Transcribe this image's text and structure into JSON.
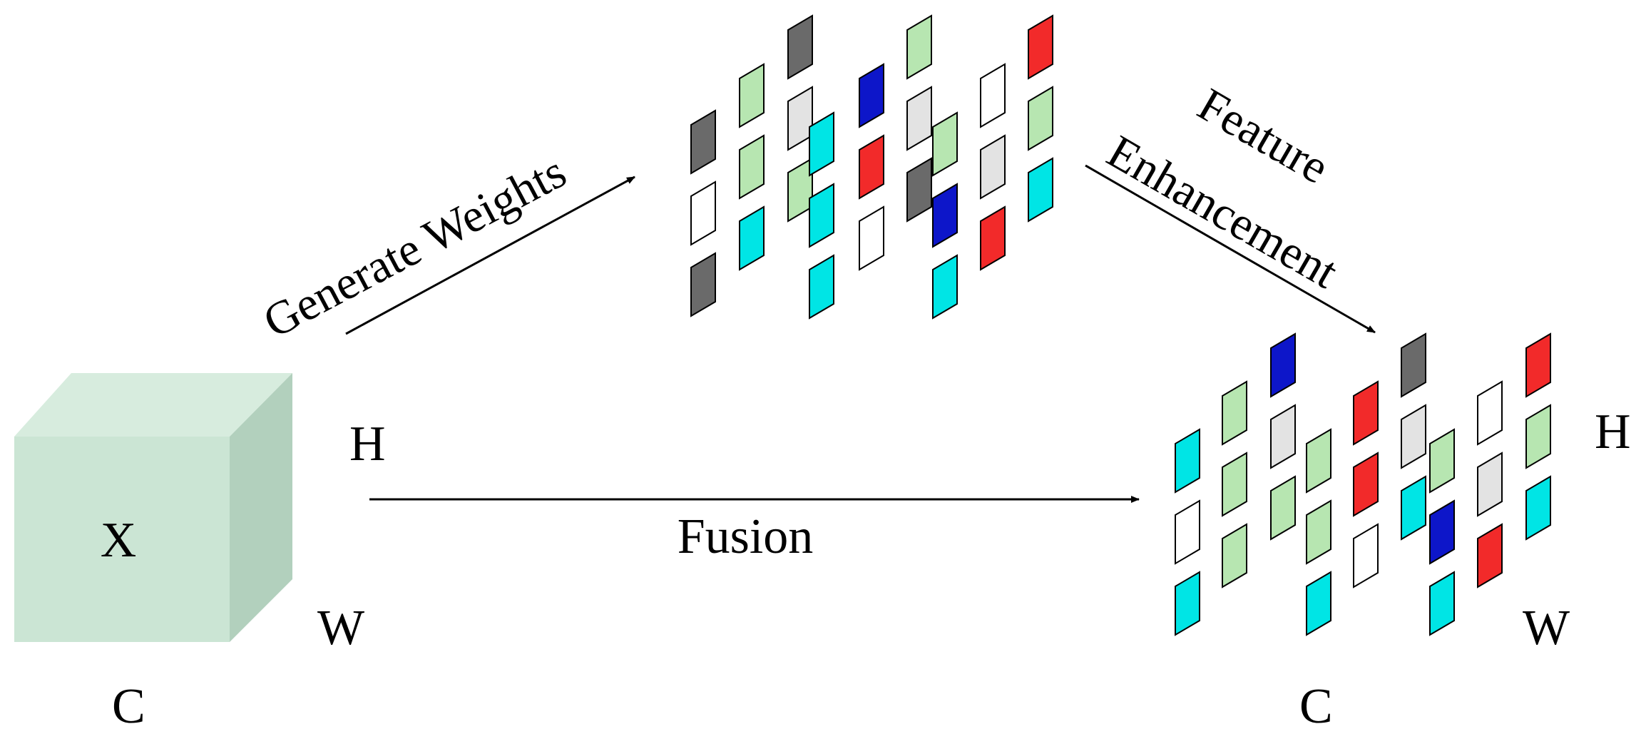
{
  "labels": {
    "generate_weights": "Generate Weights",
    "feature": "Feature",
    "enhancement": "Enhancement",
    "fusion": "Fusion",
    "cube_x": "X",
    "left_h": "H",
    "left_w": "W",
    "left_c": "C",
    "right_h": "H",
    "right_w": "W",
    "right_c": "C"
  },
  "colors": {
    "dark_gray": "#6a6a6a",
    "light_green": "#b7e6b1",
    "cyan": "#00e5e5",
    "blue": "#0d16c9",
    "red": "#f22a2a",
    "white": "#ffffff",
    "light_gray": "#e3e3e3",
    "cube_front": "#cbe5d4",
    "cube_top": "#d7ecde",
    "cube_side": "#b2d0bd"
  },
  "weight_map_columns": [
    [
      "dark_gray",
      "white",
      "dark_gray"
    ],
    [
      "light_green",
      "light_green",
      "cyan"
    ],
    [
      "dark_gray",
      "light_gray",
      "light_green"
    ],
    [
      "cyan",
      "cyan",
      "cyan"
    ],
    [
      "blue",
      "red",
      "white"
    ],
    [
      "light_green",
      "light_gray",
      "dark_gray"
    ],
    [
      "light_green",
      "blue",
      "cyan"
    ],
    [
      "white",
      "light_gray",
      "red"
    ],
    [
      "red",
      "light_green",
      "cyan"
    ]
  ],
  "output_columns": [
    [
      "cyan",
      "white",
      "cyan"
    ],
    [
      "light_green",
      "light_green",
      "light_green"
    ],
    [
      "blue",
      "light_gray",
      "light_green"
    ],
    [
      "light_green",
      "light_green",
      "cyan"
    ],
    [
      "red",
      "red",
      "white"
    ],
    [
      "dark_gray",
      "light_gray",
      "cyan"
    ],
    [
      "light_green",
      "blue",
      "cyan"
    ],
    [
      "white",
      "light_gray",
      "red"
    ],
    [
      "red",
      "light_green",
      "cyan"
    ]
  ]
}
